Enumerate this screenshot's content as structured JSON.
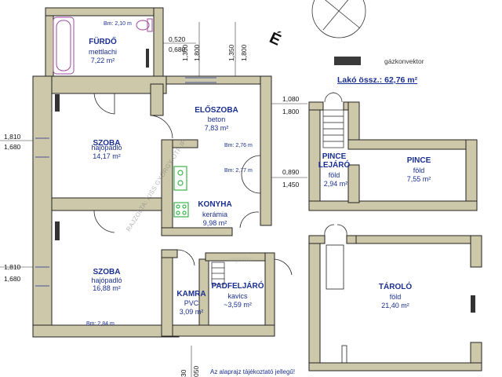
{
  "rooms": {
    "furdo": {
      "name": "FÜRDŐ",
      "material": "mettlachi",
      "area": "7,22 m²"
    },
    "eloszoba": {
      "name": "ELŐSZOBA",
      "material": "beton",
      "area": "7,83 m²"
    },
    "szoba1": {
      "name": "SZOBA",
      "material": "hajópadló",
      "area": "14,17 m²"
    },
    "konyha": {
      "name": "KONYHA",
      "material": "kerámia",
      "area": "9,98 m²"
    },
    "szoba2": {
      "name": "SZOBA",
      "material": "hajópadló",
      "area": "16,88 m²"
    },
    "kamra": {
      "name": "KAMRA",
      "material": "PVC",
      "area": "3,09 m²"
    },
    "padfeljaro": {
      "name": "PADFELJÁRÓ",
      "material": "kavics",
      "area": "~3,59 m²"
    },
    "pincelejaro": {
      "name_line1": "PINCE",
      "name_line2": "LEJÁRÓ",
      "material": "föld",
      "area": "2,94 m²"
    },
    "pince": {
      "name": "PINCE",
      "material": "föld",
      "area": "7,55 m²"
    },
    "tarolo": {
      "name": "TÁROLÓ",
      "material": "föld",
      "area": "21,40 m²"
    }
  },
  "heights": {
    "furdo": "Bm: 2,10 m",
    "eloszoba": "Bm: 2,76 m",
    "konyha": "Bm: 2,77 m",
    "szoba2": "Bm: 2,84 m"
  },
  "dims": {
    "d0520": "0,520",
    "d0680": "0,680",
    "v1300": "1,300",
    "v1800a": "1,800",
    "v1350": "1,350",
    "v1800b": "1,800",
    "l1810a": "1,810",
    "l1680a": "1,680",
    "l1810b": "1,810",
    "l1680b": "1,680",
    "r1080": "1,080",
    "r1800": "1,800",
    "r0890": "0,890",
    "r1450": "1,450",
    "b30": "30",
    "b050": "050"
  },
  "legend": {
    "total": "Lakó össz.: 62,76 m²",
    "gas": "gázkonvektor",
    "gas_color": "#3a3a3a",
    "north": "É"
  },
  "note": "Az alaprajz tájékoztató jellegű!",
  "watermark": "RAJZOLTA: KISS GYÖRGY OTP IP",
  "watermark2": "ingatlan",
  "colors": {
    "wall": "#cdc8aa",
    "wall_edge": "#222222",
    "text": "#1a2f8f",
    "appliance": "#3cb44b"
  }
}
